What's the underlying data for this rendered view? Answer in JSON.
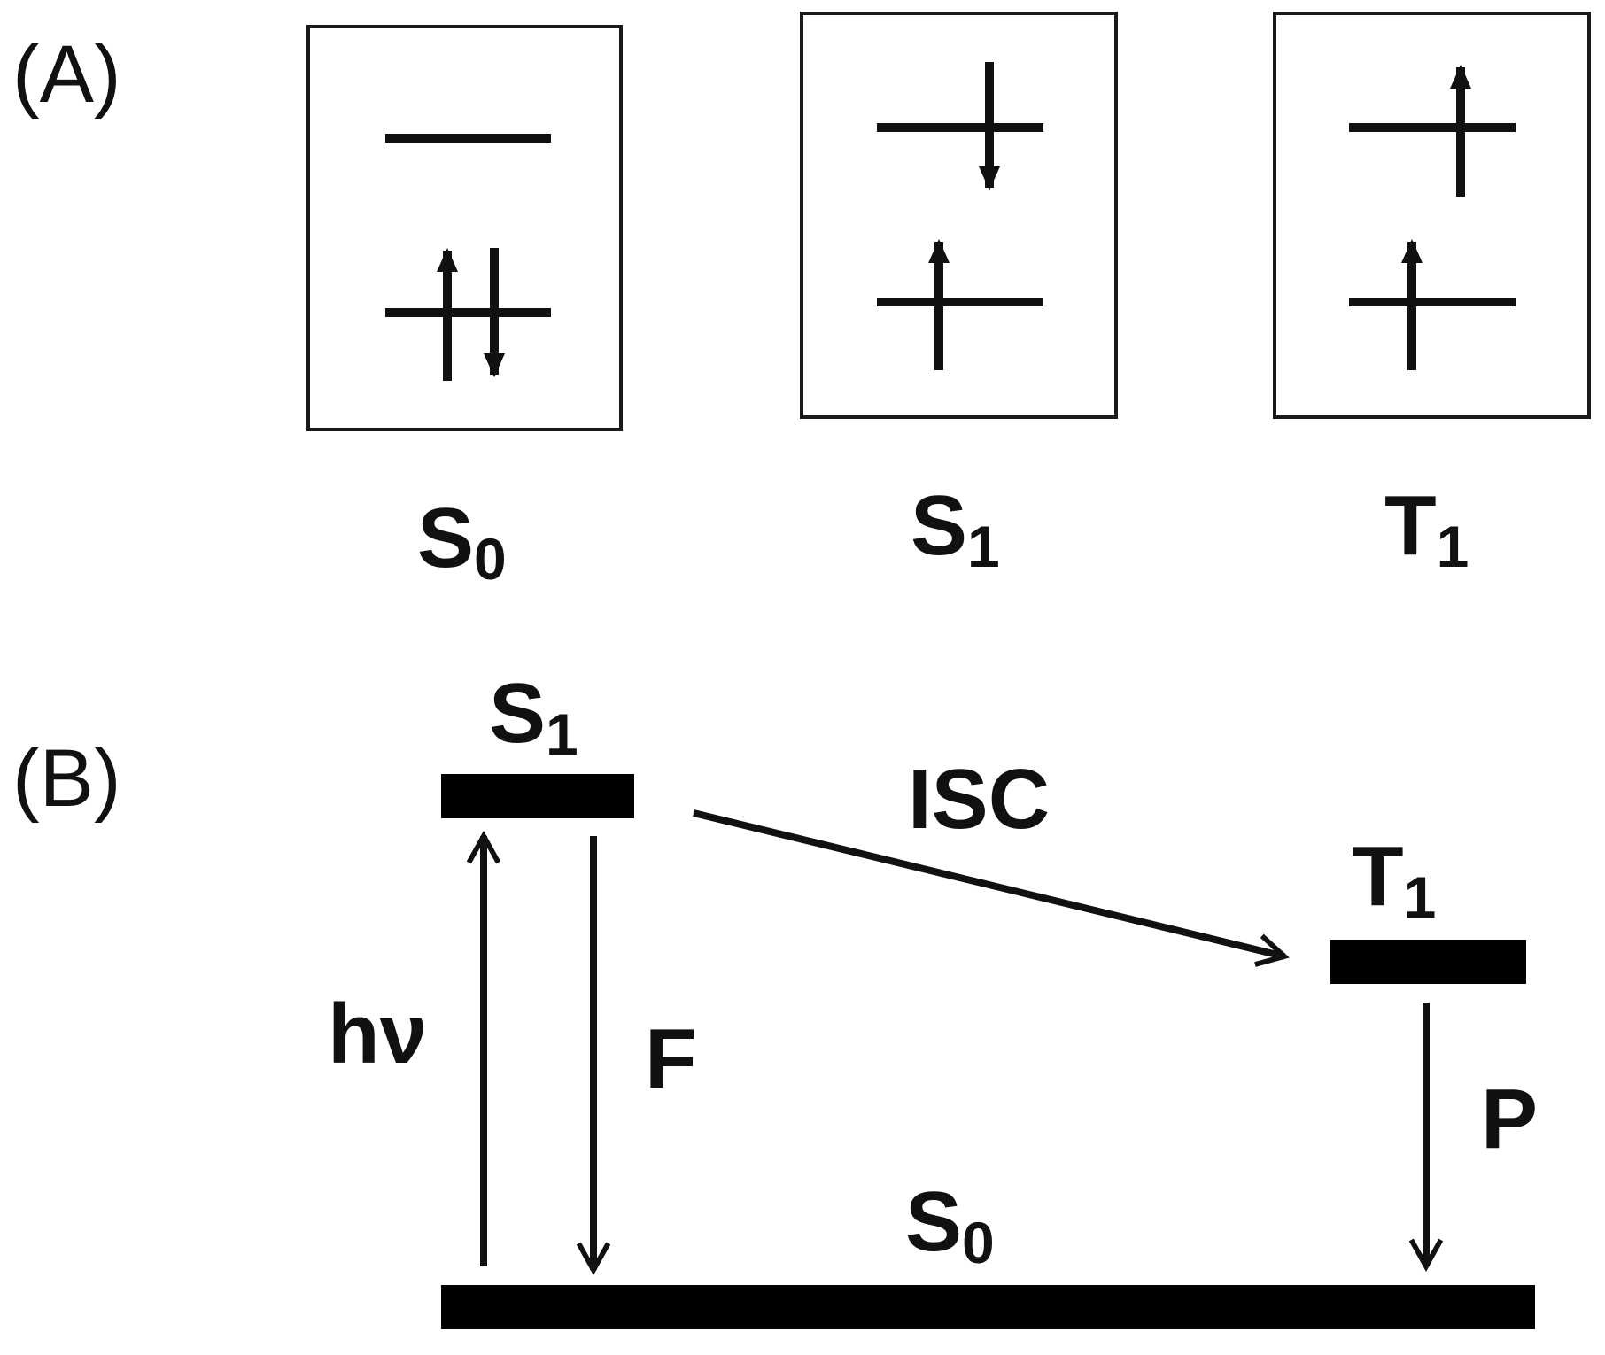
{
  "panel_a": {
    "label": "(A)",
    "states": [
      {
        "main": "S",
        "sub": "0"
      },
      {
        "main": "S",
        "sub": "1"
      },
      {
        "main": "T",
        "sub": "1"
      }
    ]
  },
  "panel_b": {
    "label": "(B)",
    "levels": {
      "s1": {
        "main": "S",
        "sub": "1"
      },
      "t1": {
        "main": "T",
        "sub": "1"
      },
      "s0": {
        "main": "S",
        "sub": "0"
      }
    },
    "transitions": {
      "excitation": "hν",
      "fluorescence": "F",
      "intersystem_crossing": "ISC",
      "phosphorescence": "P"
    }
  }
}
